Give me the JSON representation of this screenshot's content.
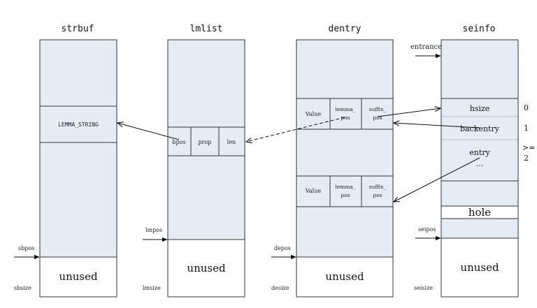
{
  "columns": {
    "strbuf": {
      "title": "strbuf",
      "entry_label": "LEMMA_STRING",
      "pos_label": "sbpos",
      "size_label": "sbsize",
      "unused_label": "unused"
    },
    "lmlist": {
      "title": "lmlist",
      "fields": [
        "bpos",
        "prop",
        "len"
      ],
      "pos_label": "lmpos",
      "size_label": "lmsize",
      "unused_label": "unused"
    },
    "dentry": {
      "title": "dentry",
      "row1": {
        "value": "Value",
        "lemma_1": "lemma_",
        "lemma_2": "pos",
        "suffix_1": "suffix_",
        "suffix_2": "pos"
      },
      "row2": {
        "value": "Value",
        "lemma_1": "lemma_",
        "lemma_2": "pos",
        "suffix_1": "suffix_",
        "suffix_2": "pos"
      },
      "pos_label": "depos",
      "size_label": "desize",
      "unused_label": "unused"
    },
    "seinfo": {
      "title": "seinfo",
      "entrance_label": "entrance",
      "hsize": "hsize",
      "backentry": "backentry",
      "entry": "entry",
      "ellipsis": "...",
      "hole": "hole",
      "pos_label": "seipos",
      "size_label": "seisize",
      "unused_label": "unused",
      "indices": [
        "0",
        "1",
        ">=",
        "2"
      ]
    }
  },
  "colors": {
    "fill": "#e4ecf6",
    "stroke": "#333333",
    "unused_fill": "#ffffff"
  }
}
